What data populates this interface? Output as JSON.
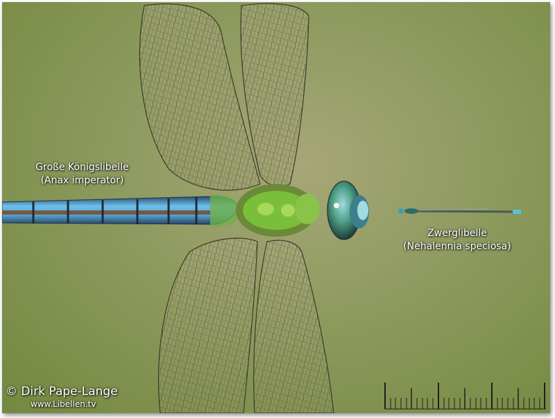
{
  "labels": {
    "anax_name": "Große Königslibelle",
    "anax_species": "(Anax imperator)",
    "nehalennia_name": "Zwerglibelle",
    "nehalennia_species": "(Nehalennia speciosa)"
  },
  "credit": {
    "name": "© Dirk Pape-Lange",
    "url": "www.Libellen.tv"
  },
  "colors": {
    "background": "#8d9a5e",
    "abdomen_blue": "#5fb2dd",
    "abdomen_brown": "#7a4a2a",
    "thorax_green": "#79bf3a",
    "eye_green": "#4f9f86",
    "scale_bar": "#1f1f1f"
  },
  "icons": [
    "copyright-symbol",
    "ruler-scale-bar"
  ]
}
